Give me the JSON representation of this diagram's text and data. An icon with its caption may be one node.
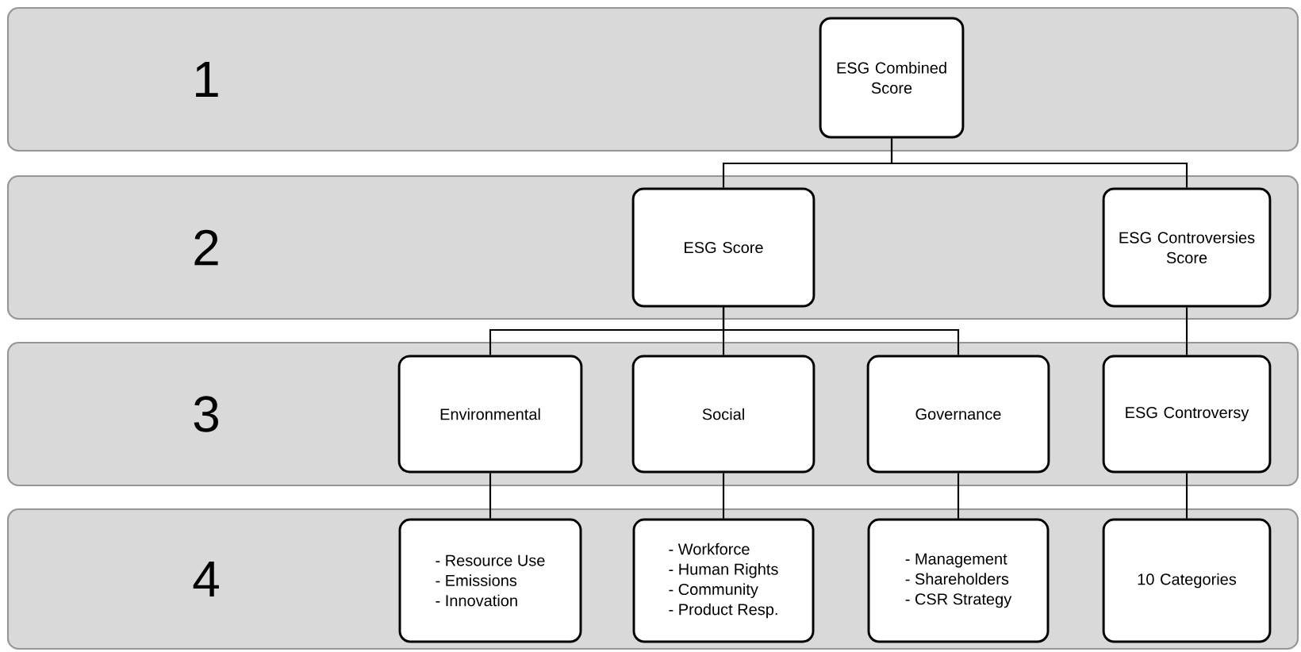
{
  "diagram": {
    "nodes": [
      {
        "text": [
          "1"
        ]
      },
      {
        "text": [
          "ESG Combined Score"
        ],
        "in": 0
      },
      {
        "text": [
          "2"
        ]
      },
      {
        "text": [
          "ESG Score"
        ],
        "in": 2
      },
      {
        "text": [
          "ESG Controversies Score"
        ],
        "in": 2
      },
      {
        "text": [
          "3"
        ]
      },
      {
        "text": [
          "Environmental"
        ],
        "in": 5
      },
      {
        "text": [
          "Social"
        ],
        "in": 5
      },
      {
        "text": [
          "Governance"
        ],
        "in": 5
      },
      {
        "text": [
          "ESG Controversy"
        ],
        "in": 5
      },
      {
        "text": [
          "4"
        ]
      },
      {
        "text": [
          "- Resource Use",
          "- Emissions",
          "- Innovation"
        ],
        "in": 10
      },
      {
        "text": [
          "- Workforce",
          "- Human Rights",
          "- Community",
          "- Product Resp."
        ],
        "in": 10
      },
      {
        "text": [
          "- Management",
          "- Shareholders",
          "- CSR Strategy"
        ],
        "in": 10
      },
      {
        "text": [
          "10 Categories"
        ],
        "in": 10
      }
    ],
    "edges": [
      {
        "from": 1,
        "to": 3,
        "arrow": "none"
      },
      {
        "from": 1,
        "to": 4,
        "arrow": "none"
      },
      {
        "from": 3,
        "to": 6,
        "arrow": "none"
      },
      {
        "from": 3,
        "to": 7,
        "arrow": "none"
      },
      {
        "from": 3,
        "to": 8,
        "arrow": "none"
      },
      {
        "from": 4,
        "to": 9,
        "arrow": "none"
      },
      {
        "from": 6,
        "to": 11,
        "arrow": "none"
      },
      {
        "from": 7,
        "to": 12,
        "arrow": "none"
      },
      {
        "from": 8,
        "to": 13,
        "arrow": "none"
      },
      {
        "from": 9,
        "to": 14,
        "arrow": "none"
      }
    ]
  }
}
